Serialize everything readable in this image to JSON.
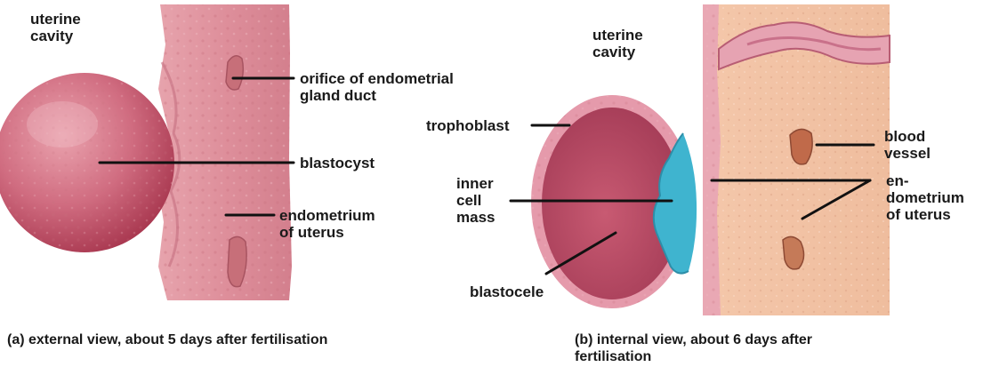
{
  "panel_a": {
    "labels": {
      "uterine_cavity": "uterine\ncavity",
      "orifice": "orifice of endometrial\ngland duct",
      "blastocyst": "blastocyst",
      "endometrium": "endometrium\nof uterus"
    },
    "caption": "(a) external view, about 5 days after fertilisation"
  },
  "panel_b": {
    "labels": {
      "uterine_cavity": "uterine\ncavity",
      "trophoblast": "trophoblast",
      "blood_vessel": "blood\nvessel",
      "inner_cell_mass": "inner\ncell\nmass",
      "endometrium": "en-\ndometrium\nof uterus",
      "blastocele": "blastocele"
    },
    "caption": "(b) internal view, about 6 days after\nfertilisation"
  },
  "colors": {
    "tissue_pink": "#dc8f9b",
    "tissue_light": "#e8aab3",
    "blastocyst_dark": "#b8455c",
    "inner_cell_mass": "#3fb4cf",
    "endometrium_peach": "#f2c3a4",
    "leader_line": "#111111"
  }
}
